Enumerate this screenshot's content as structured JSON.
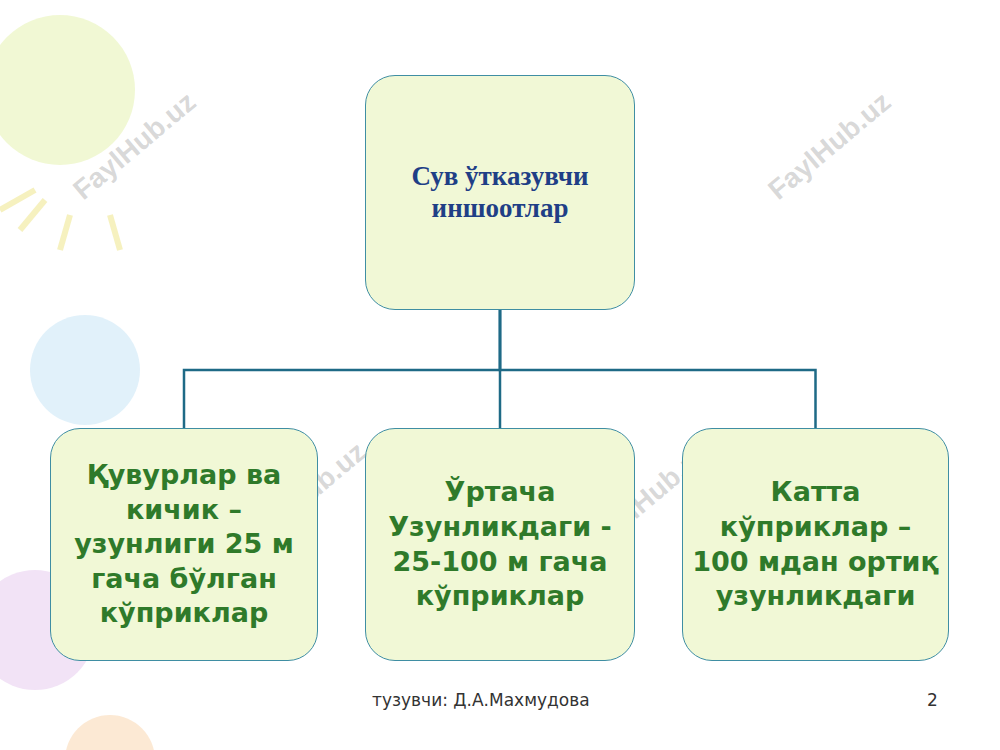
{
  "diagram": {
    "nodes": [
      {
        "text": [
          "Сув ўтказувчи иншоотлар"
        ]
      },
      {
        "text": [
          "Қувурлар ва кичик – узунлиги 25 м гача бўлган кўприклар"
        ]
      },
      {
        "text": [
          "Ўртача Узунликдаги - 25-100 м гача кўприклар"
        ]
      },
      {
        "text": [
          "Катта кўприклар – 100 мдан ортиқ узунликдаги"
        ]
      }
    ],
    "edges": [
      {
        "from": 0,
        "to": 1,
        "arrow": "none"
      },
      {
        "from": 0,
        "to": 2,
        "arrow": "none"
      },
      {
        "from": 0,
        "to": 3,
        "arrow": "none"
      }
    ],
    "labels": [
      "FaylHub.uz",
      "FaylHub.uz",
      "FaylHub.uz",
      "FaylHub.uz",
      "FaylHub.uz",
      "тузувчи: Д.А.Махмудова",
      "2"
    ]
  }
}
